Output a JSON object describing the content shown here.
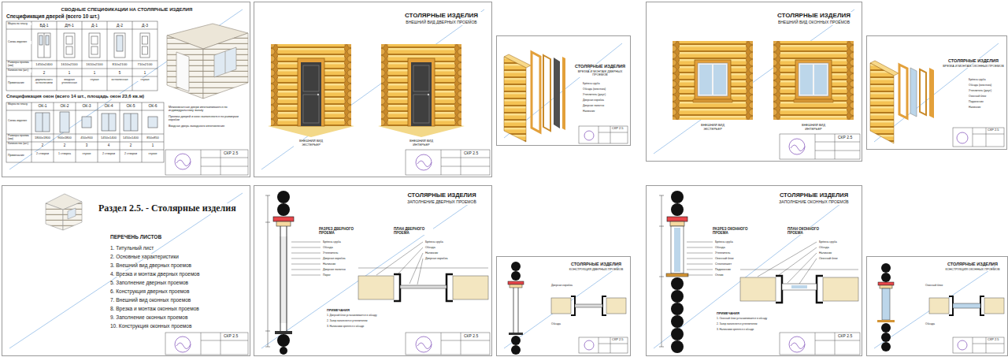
{
  "diagram": {
    "nodes": [
      {
        "text": [
          "СВОДНЫЕ СПЕЦИФИКАЦИИ НА СТОЛЯРНЫЕ ИЗДЕЛИЯ"
        ]
      },
      {
        "text": [
          "СТОЛЯРНЫЕ ИЗДЕЛИЯ",
          "ВНЕШНИЙ ВИД ДВЕРНЫХ ПРОЕМОВ"
        ]
      },
      {
        "text": [
          "СТОЛЯРНЫЕ ИЗДЕЛИЯ",
          "ВРЕЗКА И МОНТАЖ ДВЕРНЫХ ПРОЕМОВ"
        ]
      },
      {
        "text": [
          "СТОЛЯРНЫЕ ИЗДЕЛИЯ",
          "ВНЕШНИЙ ВИД ОКОННЫХ ПРОЕМОВ"
        ]
      },
      {
        "text": [
          "СТОЛЯРНЫЕ ИЗДЕЛИЯ",
          "ВРЕЗКА И МОНТАЖ ОКОННЫХ ПРОЕМОВ"
        ]
      },
      {
        "text": [
          "Раздел 2.5. - Столярные изделия"
        ]
      },
      {
        "text": [
          "СТОЛЯРНЫЕ ИЗДЕЛИЯ",
          "ЗАПОЛНЕНИЕ ДВЕРНЫХ ПРОЕМОВ"
        ]
      },
      {
        "text": [
          "СТОЛЯРНЫЕ ИЗДЕЛИЯ",
          "КОНСТРУКЦИЯ ДВЕРНЫХ ПРОЕМОВ"
        ]
      },
      {
        "text": [
          "СТОЛЯРНЫЕ ИЗДЕЛИЯ",
          "ЗАПОЛНЕНИЕ ОКОННЫХ ПРОЕМОВ"
        ]
      },
      {
        "text": [
          "СТОЛЯРНЫЕ ИЗДЕЛИЯ",
          "КОНСТРУКЦИЯ ОКОННЫХ ПРОЕМОВ"
        ]
      }
    ],
    "labels": [
      "Спецификация дверей (всего 10 шт.)",
      "Марка по плану",
      "БД-1",
      "ДН-1",
      "Д-1",
      "Д-2",
      "Д-3",
      "Схема изделия",
      "Размеры проема (мм)",
      "1450х2400",
      "1610х2100",
      "1610х2100",
      "810х2100",
      "710х2100",
      "Количество (шт.)",
      "2",
      "1",
      "1",
      "5",
      "1",
      "Примечание",
      "двупольная с остеклением",
      "входная утепленная",
      "глухая",
      "остекленная",
      "глухая",
      "Спецификация окон (всего 14 шт., площадь окон 23,6 кв.м)",
      "Марка по плану",
      "ОК-1",
      "ОК-2",
      "ОК-3",
      "ОК-4",
      "ОК-5",
      "ОК-6",
      "Схема изделия",
      "Размеры проема (мм)",
      "1800х1800",
      "900х1800",
      "450х900",
      "1450х1400",
      "1450х1400",
      "850х850",
      "Количество (шт.)",
      "2",
      "2",
      "3",
      "4",
      "2",
      "1",
      "Примечание",
      "2 створки",
      "1 створка",
      "глухое",
      "2 створки",
      "2 створки",
      "глухое",
      "Межкомнатные двери изготавливаются по индивидуальному заказу",
      "Проемы дверей и окон выполняются по размерам коробки",
      "Входная дверь заводского изготовления",
      "СКР 2.5",
      "ВНЕШНИЙ ВИД ЭКСТЕРЬЕР",
      "ВНЕШНИЙ ВИД ИНТЕРЬЕР",
      "СКР 2.5",
      "Брёвна сруба",
      "Обсада (окосячка)",
      "Утеплитель (джут)",
      "Дверная коробка",
      "Дверное полотно",
      "Наличник",
      "СКР 2.5",
      "ВНЕШНИЙ ВИД ЭКСТЕРЬЕР",
      "ВНЕШНИЙ ВИД ИНТЕРЬЕР",
      "СКР 2.5",
      "Брёвна сруба",
      "Обсада (окосячка)",
      "Утеплитель (джут)",
      "Оконный блок",
      "Подоконник",
      "Наличник",
      "СКР 2.5",
      "ПЕРЕЧЕНЬ ЛИСТОВ",
      "1. Титульный лист",
      "2. Основные характеристики",
      "3. Внешний вид дверных проемов",
      "4. Врезка и монтаж дверных проемов",
      "5. Заполнение дверных проемов",
      "6. Конструкция дверных проемов",
      "7. Внешний вид оконных проемов",
      "8. Врезка и монтаж оконных проемов",
      "9. Заполнение оконных проемов",
      "10. Конструкция оконных проемов",
      "СКР 2.5",
      "РАЗРЕЗ ДВЕРНОГО ПРОЕМА",
      "Брёвна сруба",
      "Обсада",
      "Утеплитель",
      "Дверная коробка",
      "Наличник",
      "Дверное полотно",
      "Порог",
      "ПЛАН ДВЕРНОГО ПРОЕМА",
      "Брёвна сруба",
      "Обсада",
      "Наличник",
      "Дверная коробка",
      "ПРИМЕЧАНИЯ",
      "1. Дверной блок устанавливается в обсаду",
      "2. Зазор заполняется утеплителем",
      "3. Наличники крепятся к обсаде",
      "СКР 2.5",
      "Дверная коробка",
      "Обсада",
      "СКР 2.5",
      "РАЗРЕЗ ОКОННОГО ПРОЕМА",
      "Брёвна сруба",
      "Обсада",
      "Утеплитель",
      "Оконный блок",
      "Стеклопакет",
      "Подоконник",
      "Отлив",
      "ПЛАН ОКОННОГО ПРОЕМА",
      "Брёвна сруба",
      "Обсада",
      "Наличник",
      "Оконный блок",
      "ПРИМЕЧАНИЯ",
      "1. Оконный блок устанавливается в обсаду",
      "2. Зазор заполняется утеплителем",
      "3. Наличники крепятся к обсаде",
      "СКР 2.5",
      "Оконный блок",
      "Обсада",
      "СКР 2.5"
    ]
  }
}
